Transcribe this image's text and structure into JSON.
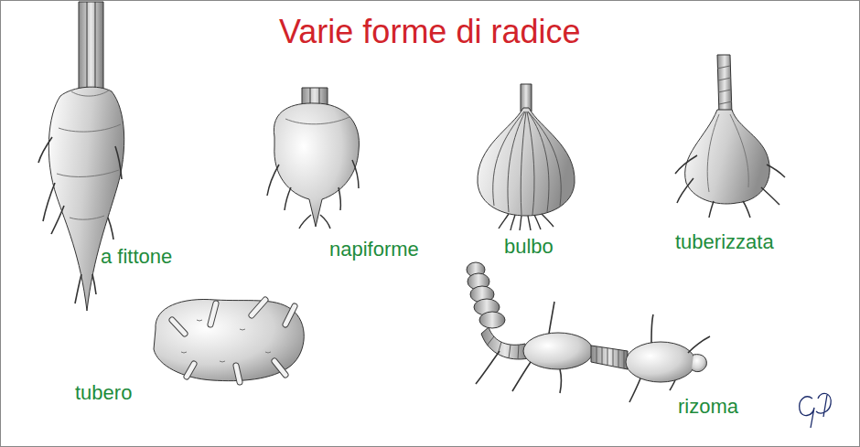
{
  "diagram": {
    "title": "Varie forme di radice",
    "labels": [
      "a fittone",
      "napiforme",
      "bulbo",
      "tuberizzata",
      "tubero",
      "rizoma"
    ]
  }
}
